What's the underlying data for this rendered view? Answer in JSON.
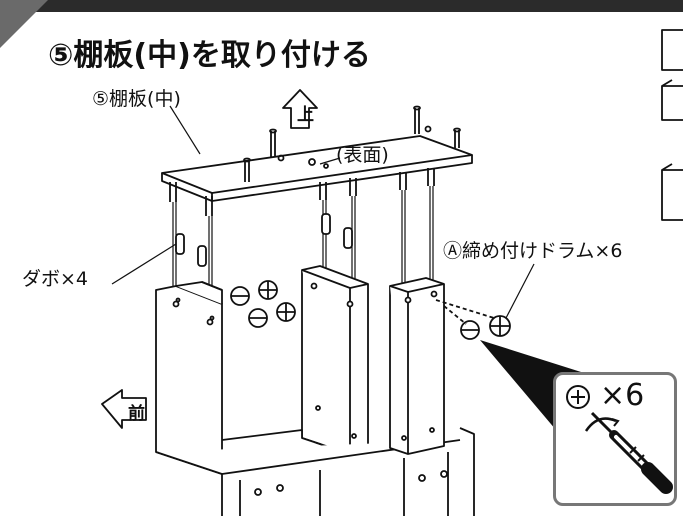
{
  "step": {
    "title": "⑤棚板(中)を取り付ける"
  },
  "labels": {
    "shelf": "⑤棚板(中)",
    "face": "(表面)",
    "dowel": "ダボ×4",
    "drum": "Ⓐ締め付けドラム×6"
  },
  "directions": {
    "up": "上",
    "front": "前"
  },
  "inset": {
    "multiplier": "×6",
    "tool_icon": "phillips-screwdriver-icon"
  },
  "colors": {
    "line": "#111111",
    "header_bar": "#2b2b2b",
    "corner_tab": "#6a6a6a",
    "inset_border": "#777777"
  }
}
